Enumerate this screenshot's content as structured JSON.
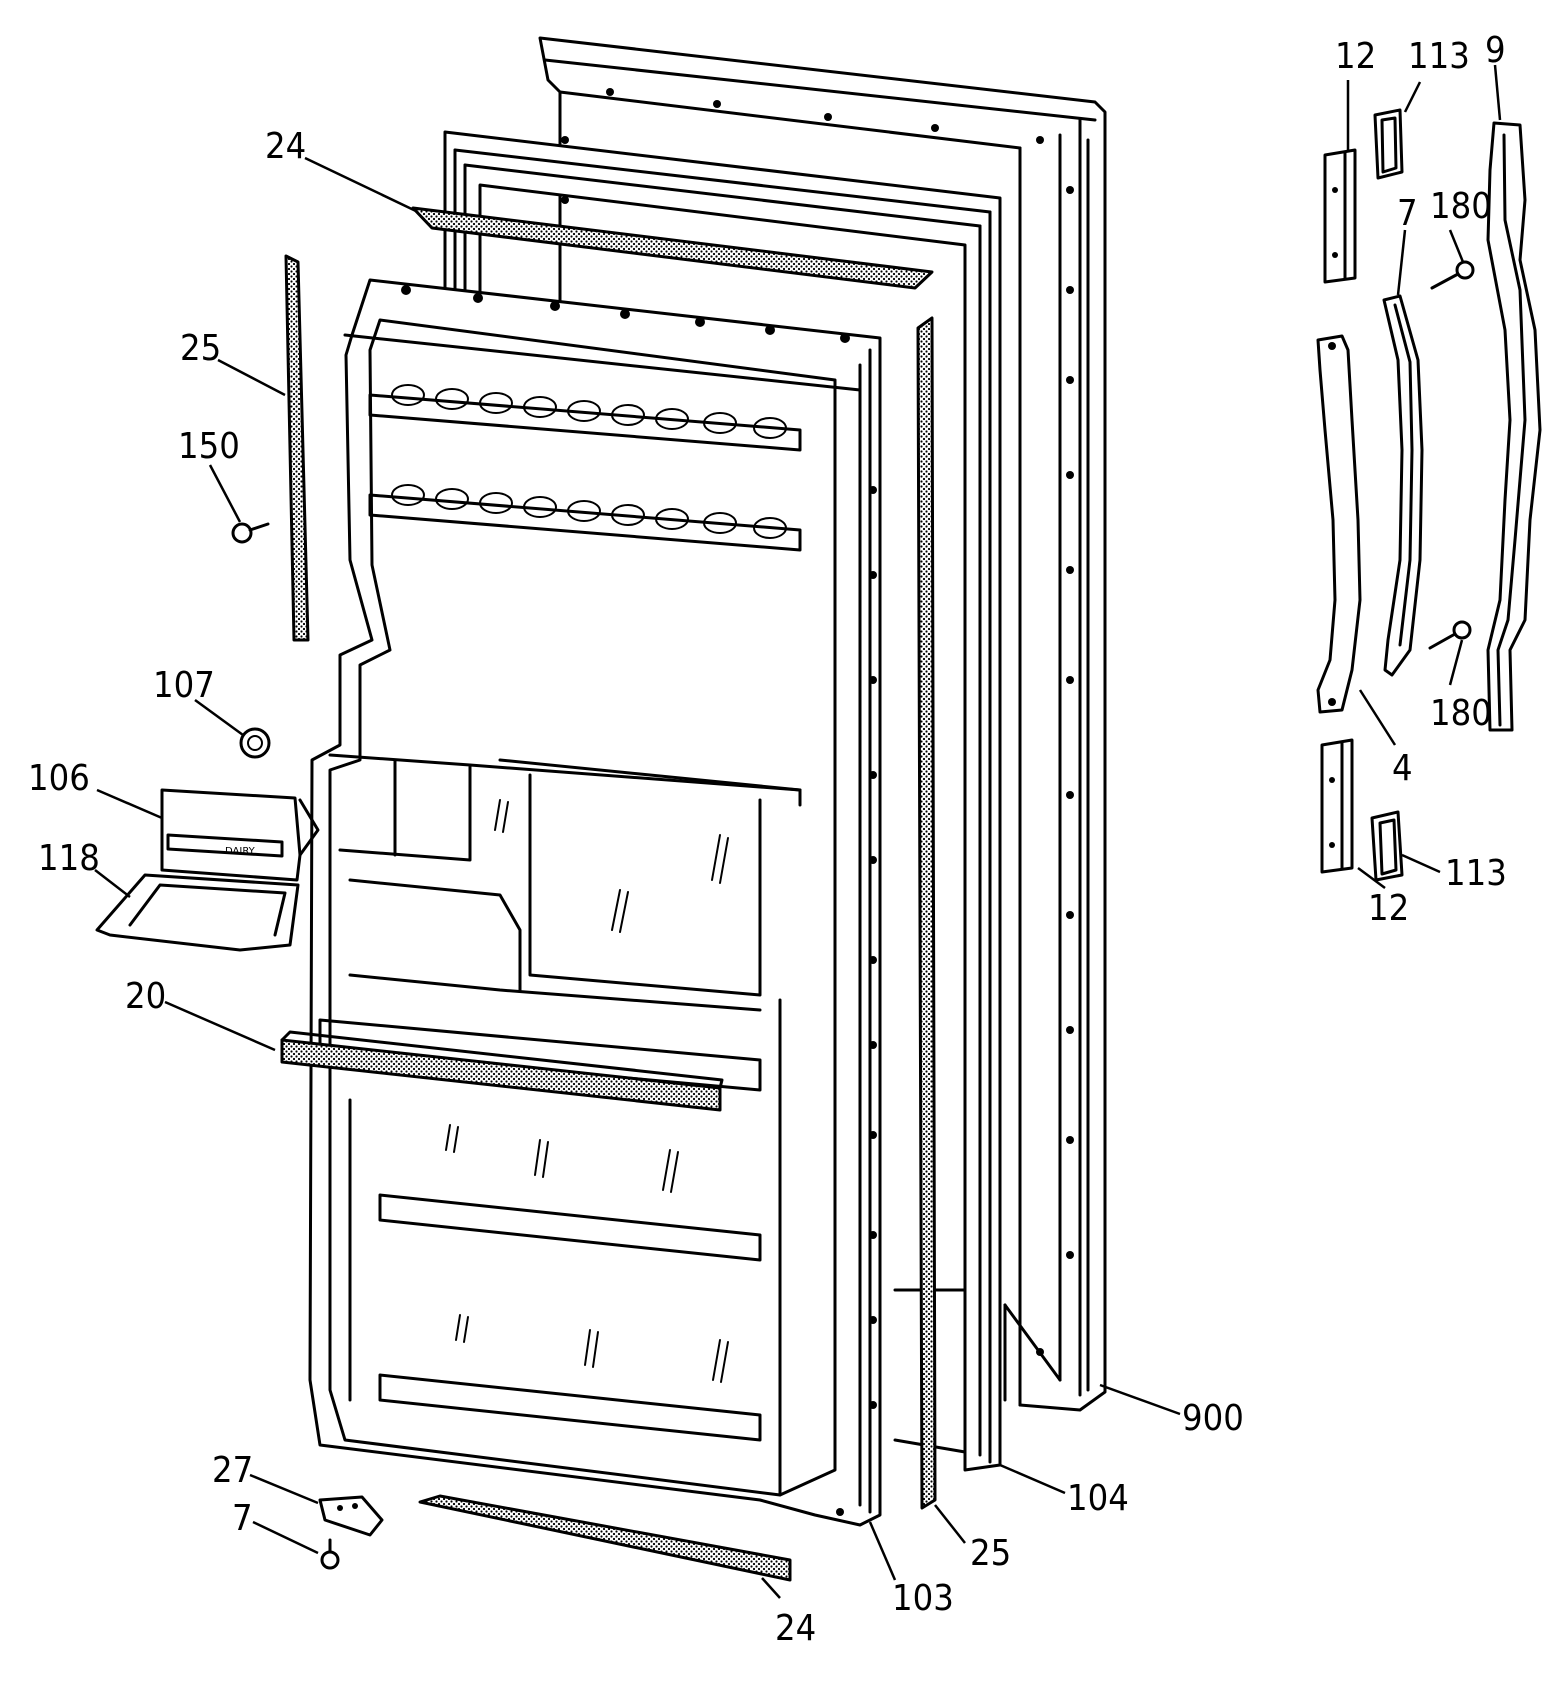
{
  "callouts": {
    "gasket_top": "24",
    "gasket_bottom": "24",
    "gasket_left": "25",
    "gasket_right": "25",
    "screw_150": "150",
    "plug_107": "107",
    "dairy_door_106": "106",
    "dairy_label": "DAIRY",
    "dairy_tray_118": "118",
    "shelf_bar_20": "20",
    "hinge_27": "27",
    "screw_7_bottom": "7",
    "door_liner_103": "103",
    "breaker_strip_104": "104",
    "door_outer_900": "900",
    "bracket_12_top": "12",
    "bracket_12_bottom": "12",
    "cap_113_top": "113",
    "cap_113_bottom": "113",
    "handle_9": "9",
    "trim_7": "7",
    "screw_180_top": "180",
    "screw_180_bottom": "180",
    "handle_4": "4"
  }
}
